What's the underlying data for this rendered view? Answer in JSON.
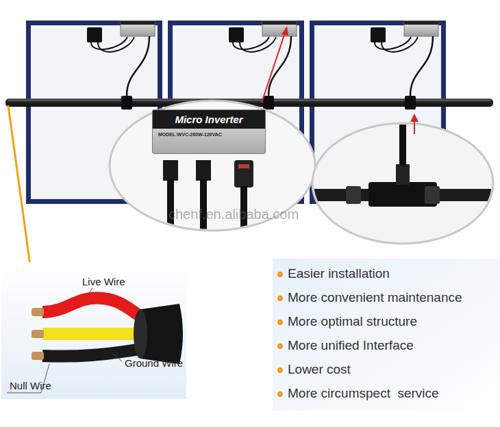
{
  "diagram": {
    "nodes": [
      {
        "text": [
          "Micro Inverter",
          "MODEL:WVC-260W-120VAC"
        ]
      }
    ],
    "labels": [
      "Live Wire",
      "Ground Wire",
      "Null Wire",
      "Easier installation",
      "More convenient maintenance",
      "More optimal structure",
      "More unified Interface",
      "Lower cost",
      "More circumspect  service",
      "chenf.en.alibaba.com"
    ]
  }
}
